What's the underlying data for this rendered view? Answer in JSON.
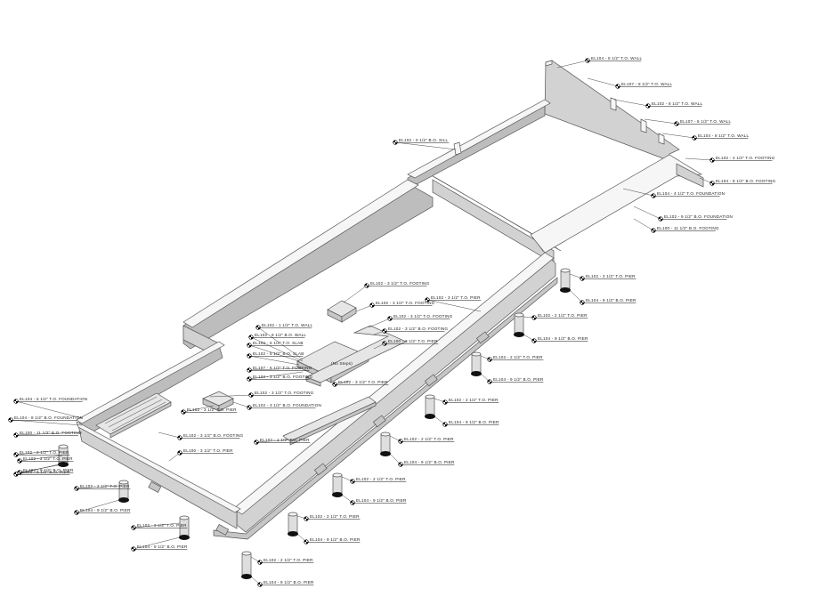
{
  "title": "",
  "interior_note": "(No Steps)",
  "colors": {
    "concrete_top": "#f6f6f6",
    "concrete_side": "#d2d2d2",
    "pier_footing": "#111111",
    "line": "#555555"
  },
  "labels": {
    "l01": "EL104 - 5 1/2\" T.O. WALL",
    "l02": "EL107 - 8 1/2\" T.O. WALL",
    "l03": "EL102 - 8 1/2\" T.O. WALL",
    "l04": "EL107 - 6 1/2\" T.O. WALL",
    "l05": "EL104 - 8 1/2\" T.O. WALL",
    "l06": "EL102 - 2 1/2\" T.O. FOOTING",
    "l07": "EL104 - 8 1/2\" B.O. FOOTING",
    "l08": "EL104 - 4 1/2\" T.O. FOUNDATION",
    "l09": "EL102 - 9 1/2\" B.O. FOUNDATION",
    "l10": "EL100 - 11 1/2\" B.O. FOOTING",
    "l11": "EL102 - 0 1/2\" B.O. SILL",
    "l12": "EL102 - 2 1/2\" T.O. PIER",
    "l13": "EL104 - 9 1/2\" B.O. PIER",
    "l14": "EL102 - 2 1/2\" T.O. PIER",
    "l15": "EL104 - 9 1/2\" B.O. PIER",
    "l16": "EL102 - 2 1/2\" T.O. PIER",
    "l17": "EL104 - 9 1/2\" B.O. PIER",
    "l18": "EL102 - 2 1/2\" T.O. PIER",
    "l19": "EL104 - 9 1/2\" B.O. PIER",
    "l20": "EL102 - 2 1/2\" T.O. PIER",
    "l21": "EL104 - 9 1/2\" B.O. PIER",
    "l22": "EL102 - 2 1/2\" T.O. PIER",
    "l23": "EL104 - 9 1/2\" B.O. PIER",
    "l24": "EL102 - 2 1/2\" T.O. PIER",
    "l25": "EL104 - 9 1/2\" B.O. PIER",
    "l26": "EL102 - 2 1/2\" T.O. PIER",
    "l27": "EL104 - 9 1/2\" B.O. PIER",
    "l28": "EL102 - 2 1/2\" T.O. PIER",
    "l29": "EL104 - 9 1/2\" B.O. PIER",
    "l30": "EL102 - 2 1/2\" T.O. PIER",
    "l31": "EL104 - 9 1/2\" B.O. PIER",
    "l32": "EL102 - 3 1/2\" T.O. PIER",
    "l33": "EL100 - 3 1/2\" T.O. PIER",
    "l34": "EL102 - 3 1/2\" T.O. PIER",
    "l35": "EL100 - 3 1/2\" T.O. PIER",
    "l36": "EL102 - 3 1/2\" T.O. FOOTING",
    "l37": "EL102 - 3 1/2\" T.O. FOOTING",
    "l38": "EL102 - 3 1/2\" T.O. FOOTING",
    "l39": "EL102 - 3 1/2\" B.O. FOOTING",
    "l40": "EL102 - 1 1/2\" T.O. WALL",
    "l41": "EL102 - 8 1/2\" B.O. WALL",
    "l42": "EL102 - 6 1/2\" T.O. SLAB",
    "l43": "EL102 - 5 1/2\" B.O. SLAB",
    "l44": "EL107 - 5 1/2\" T.O. FOOTING",
    "l45": "EL102 - 3 1/2\" B.O. FOOTING",
    "l46": "EL102 - 3 1/2\" T.O. FOOTING",
    "l47": "EL102 - 3 1/2\" B.O. FOUNDATION",
    "l48": "EL104 - 5 1/2\" T.O. FOUNDATION",
    "l49": "EL104 - 8 1/2\" B.O. FOUNDATION",
    "l50": "EL100 - 11 1/2\" B.O. FOOTING",
    "l51": "EL102 - 2 1/2\" T.O. PIER",
    "l52": "EL104 - 9 1/2\" B.O. PIER",
    "l53": "EL102 - 2 1/2\" T.O. PIER",
    "l54": "EL104 - 9 1/2\" B.O. PIER",
    "l55": "EL102 - 2 1/2\" T.O. PIER",
    "l56": "EL104 - 9 1/2\" B.O. PIER",
    "l57": "EL102 - 3 1/2\" T.O. PIER",
    "l58": "EL102 - 3 1/2\" B.O. FOOTING"
  }
}
